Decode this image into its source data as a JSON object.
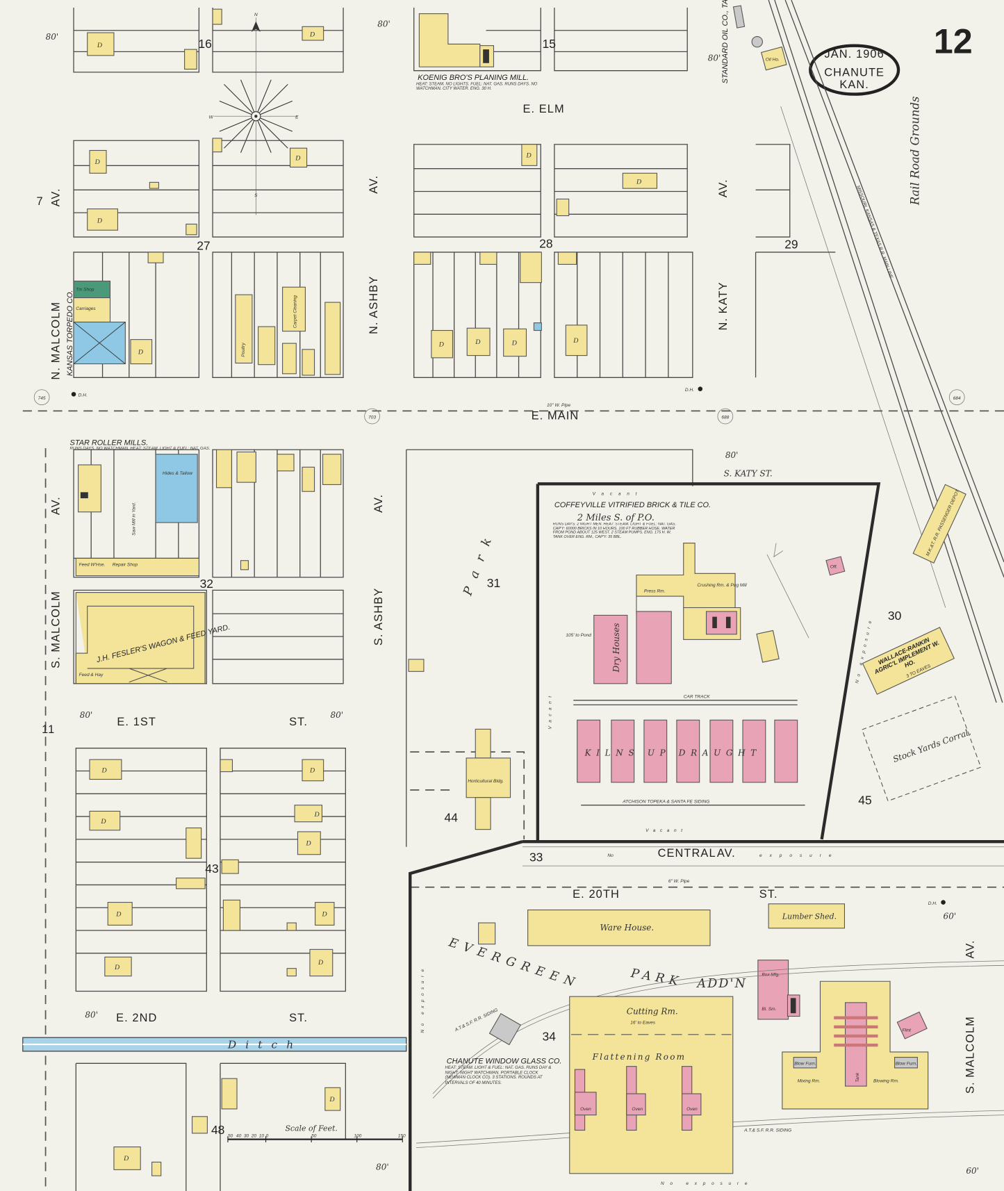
{
  "sheet": {
    "page_number": "12",
    "city": "CHANUTE",
    "state": "KAN.",
    "date": "JAN. 1906"
  },
  "compass": {
    "n": "N",
    "s": "S",
    "e": "E",
    "w": "W"
  },
  "streets": {
    "e_elm": "E. ELM",
    "e_main": "E. MAIN",
    "e_1st": "E. 1ST",
    "e_1st_st": "ST.",
    "e_2nd": "E. 2ND",
    "e_2nd_st": "ST.",
    "e_20th": "E. 20TH",
    "e_20th_st": "ST.",
    "central": "CENTRAL",
    "central_av": "AV.",
    "n_malcolm": "N. MALCOLM",
    "seventh_av_num": "7",
    "seventh_av": "AV.",
    "s_malcolm_west": "S. MALCOLM",
    "s_malcolm_west_av": "AV.",
    "n_ashby": "N. ASHBY",
    "n_ashby_av": "AV.",
    "s_ashby": "S. ASHBY",
    "s_ashby_av": "AV.",
    "n_katy": "N. KATY",
    "n_katy_av": "AV.",
    "s_katy": "S. KATY ST.",
    "s_malcolm_east": "S. MALCOLM",
    "s_malcolm_east_av": "AV.",
    "ditch": "Ditch",
    "rail_road_grounds": "Rail Road Grounds",
    "mkt_main_line": "MISSOURI, KANSAS & TEXAS R.R. MAIN LINE",
    "atsf_siding_1": "A.T.& S.F. R.R. SIDING",
    "atsf_siding_2": "A.T.& S.F. R.R. SIDING",
    "evergreen": "EVERGREEN",
    "park": "PARK",
    "addn": "ADD'N",
    "park_ashby": "Park",
    "widths": [
      "80'",
      "80'",
      "80'",
      "80'",
      "80'",
      "80'",
      "80'",
      "80'",
      "60'",
      "60'"
    ],
    "water_pipe_main": "10\" W. Pipe",
    "water_pipe_20th": "6\" W. Pipe"
  },
  "block_numbers": [
    "16",
    "15",
    "27",
    "28",
    "29",
    "32",
    "31",
    "30",
    "44",
    "45",
    "33",
    "43",
    "34",
    "48",
    "11"
  ],
  "elevations": [
    "745",
    "703",
    "688",
    "684"
  ],
  "labels": {
    "dwelling": "D",
    "vacant": "Vacant",
    "no_exposure": "No exposure",
    "exposure": "exposure",
    "no": "No",
    "dwelling_house": "D.H."
  },
  "businesses": {
    "koenig": {
      "name": "KOENIG BRO'S PLANING MILL.",
      "notes": "HEAT: STEAM. NO LIGHTS. FUEL: NAT. GAS. RUNS DAYS. NO WATCHMAN. CITY WATER. ENG. 30 H."
    },
    "standard_oil": "STANDARD OIL CO., TANKS.",
    "oil_house": "Oil Ho.",
    "star_mills": {
      "name": "STAR ROLLER MILLS.",
      "notes": "RUNS DAYS. NO WATCHMAN. HEAT: STEAM. LIGHT & FUEL: NAT. GAS."
    },
    "torpedo": "KANSAS TORPEDO CO.",
    "tin_shop": "Tin Shop",
    "carriages": "Carriages",
    "poultry": "Poultry",
    "carpet_cleaning": "Carpet Cleaning",
    "hides_tallow": "Hides & Tallow",
    "saw_mill": "Saw Mill in Yard.",
    "repair_shop": "Repair Shop",
    "feed_whse": "Feed W'Hse.",
    "fesler": "J.H. FESLER'S WAGON & FEED YARD.",
    "feed_hay": "Feed & Hay",
    "coffeyville": {
      "name": "COFFEYVILLE VITRIFIED BRICK & TILE CO.",
      "location": "2 Miles S. of P.O.",
      "notes": "RUNS DAYS. 2 NIGHT MEN. HEAT: STEAM. LIGHT & FUEL: NAT. GAS. CAP'Y: 60000 BRICKS IN 10 HOURS. 100 FT RUBBER HOSE. WATER FROM POND ABOUT 125 WEST. 2 STEAM PUMPS. ENG. 175 H. W. TANK OVER ENG. RM., CAP'Y: 35 BBL."
    },
    "press_room": "Press Rm.",
    "crushing_room": "Crushing Rm. & Pug Mill",
    "dry_houses": "Dry Houses",
    "kilns": "KILNS UP DRAUGHT",
    "car_track": "CAR TRACK",
    "atsf_siding_brick": "ATCHISON TOPEKA & SANTA FE SIDING",
    "to_pond": "105' to Pond",
    "office": "Off.",
    "wallace_rankin": {
      "name": "WALLACE-RANKIN AGRIC'L IMPLEMENT W. HO.",
      "note": "3 TO EAVES"
    },
    "depot": "M.K.&T. R.R. PASSENGER DEPOT",
    "stock_yards": "Stock Yards Corral.",
    "horticultural": "Horticultural Bldg.",
    "ware_house": "Ware House.",
    "lumber_shed": "Lumber Shed.",
    "box_mfg": "Box Mfg.",
    "bl_sm": "Bl. Sm.",
    "cutting_room": "Cutting Rm.",
    "cutting_note": "16' to Eaves",
    "flattening_room": "Flattening Room",
    "oven": "Oven",
    "mixing_room": "Mixing Rm.",
    "blowing_room": "Blowing Rm.",
    "tank": "Tank",
    "blow_furn": "Blow Furn.",
    "flint": "Flint",
    "window_glass": {
      "name": "CHANUTE WINDOW GLASS CO.",
      "notes": "HEAT: STEAM. LIGHT & FUEL: NAT. GAS. RUNS DAY & NIGHT. NIGHT WATCHMAN. PORTABLE CLOCK (NEWMAN CLOCK CO). 3 STATIONS. ROUNDS AT INTERVALS OF 40 MINUTES."
    }
  },
  "scale": {
    "title": "Scale of Feet.",
    "ticks": [
      "50",
      "40",
      "30",
      "20",
      "10",
      "0",
      "50",
      "100",
      "150"
    ]
  },
  "colors": {
    "frame": "#f3e49a",
    "brick": "#e9a3b6",
    "stone": "#8ec8e4",
    "iron": "#c9c9c9",
    "paper": "#f3f2ea",
    "water": "#a9d3e8"
  }
}
